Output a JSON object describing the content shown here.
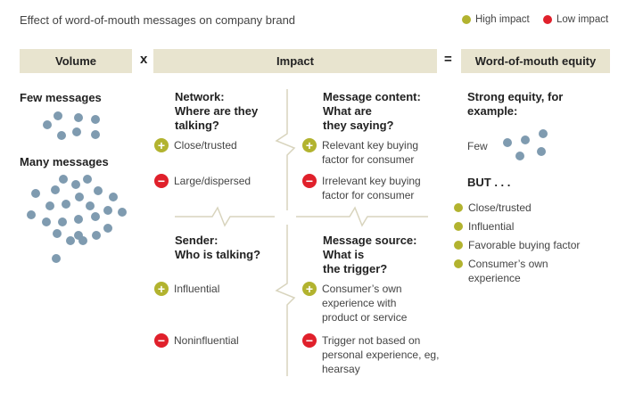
{
  "title": "Effect of word-of-mouth messages on company brand",
  "legend": {
    "high": {
      "label": "High impact",
      "color": "#b2b32f"
    },
    "low": {
      "label": "Low impact",
      "color": "#e0202b"
    }
  },
  "header": {
    "volume": "Volume",
    "times": "x",
    "impact": "Impact",
    "equals": "=",
    "equity": "Word-of-mouth equity"
  },
  "volume": {
    "few": "Few messages",
    "many": "Many messages"
  },
  "network": {
    "title_line1": "Network:",
    "title_line2": "Where are they",
    "title_line3": "talking?",
    "positive": "Close/trusted",
    "negative": "Large/dispersed"
  },
  "content": {
    "title_line1": "Message content:",
    "title_line2": "What are",
    "title_line3": "they saying?",
    "positive_line1": "Relevant key buying",
    "positive_line2": "factor for consumer",
    "negative_line1": "Irrelevant key buying",
    "negative_line2": "factor for consumer"
  },
  "sender": {
    "title_line1": "Sender:",
    "title_line2": "Who is talking?",
    "positive": "Influential",
    "negative": "Noninfluential"
  },
  "source": {
    "title_line1": "Message source:",
    "title_line2": "What is",
    "title_line3": "the trigger?",
    "positive_line1": "Consumer’s own",
    "positive_line2": "experience with",
    "positive_line3": "product or service",
    "negative_line1": "Trigger not based on",
    "negative_line2": "personal experience, eg,",
    "negative_line3": "hearsay"
  },
  "equity": {
    "title_line1": "Strong equity, for",
    "title_line2": "example:",
    "few": "Few",
    "but": "BUT . . .",
    "bullets": [
      "Close/trusted",
      "Influential",
      "Favorable buying factor",
      "Consumer’s own",
      "experience"
    ]
  },
  "colors": {
    "dot": "#7f9bb0",
    "header_bg": "#e8e4cf",
    "line": "#d8d4bd"
  }
}
